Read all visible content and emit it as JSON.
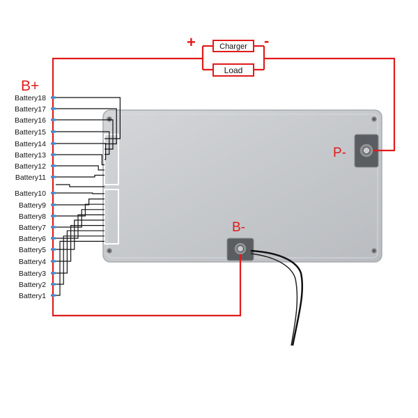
{
  "labels": {
    "b_plus": "B+",
    "b_minus": "B-",
    "p_minus": "P-",
    "plus": "+",
    "minus": "-",
    "charger": "Charger",
    "load": "Load"
  },
  "cells": [
    "Battery18",
    "Battery17",
    "Battery16",
    "Battery15",
    "Battery14",
    "Battery13",
    "Battery12",
    "Battery11",
    "Battery10",
    "Battery9",
    "Battery8",
    "Battery7",
    "Battery6",
    "Battery5",
    "Battery4",
    "Battery3",
    "Battery2",
    "Battery1"
  ],
  "colors": {
    "power_wire": "#e01b1b",
    "balance_wire": "#111111",
    "terminal": "#3a8fd8",
    "board": "#c9cccf",
    "text_red": "#e01b1b"
  },
  "icons": {
    "board": "bms-board-icon",
    "connector": "balance-connector-icon",
    "mount_hole": "mount-hole-icon",
    "terminal": "screw-terminal-icon"
  }
}
